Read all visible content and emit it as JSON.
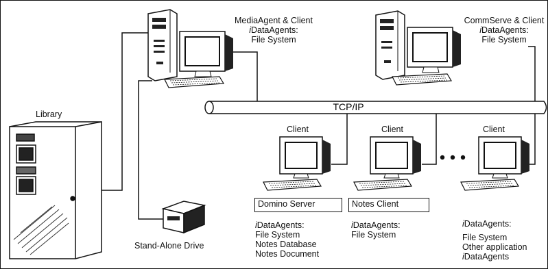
{
  "network": {
    "label": "TCP/IP"
  },
  "library": {
    "label": "Library"
  },
  "drive": {
    "label": "Stand-Alone Drive"
  },
  "media_agent": {
    "title": "MediaAgent & Client",
    "ida_i": "i",
    "ida_rest": "DataAgents:",
    "fs": "File System"
  },
  "comm_serve": {
    "title": "CommServe & Client",
    "ida_i": "i",
    "ida_rest": "DataAgents:",
    "fs": "File System"
  },
  "clients": [
    {
      "label": "Client",
      "box": "Domino Server",
      "ida_i": "i",
      "ida_rest": "DataAgents:",
      "lines": [
        "File System",
        "Notes Database",
        "Notes Document"
      ]
    },
    {
      "label": "Client",
      "box": "Notes Client",
      "ida_i": "i",
      "ida_rest": "DataAgents:",
      "lines": [
        "File System"
      ]
    },
    {
      "label": "Client",
      "ida_i": "i",
      "ida_rest": "DataAgents:",
      "lines": [
        "File System",
        "Other application"
      ],
      "last_i": "i",
      "last_rest": "DataAgents"
    }
  ],
  "ellipsis": "• • •"
}
